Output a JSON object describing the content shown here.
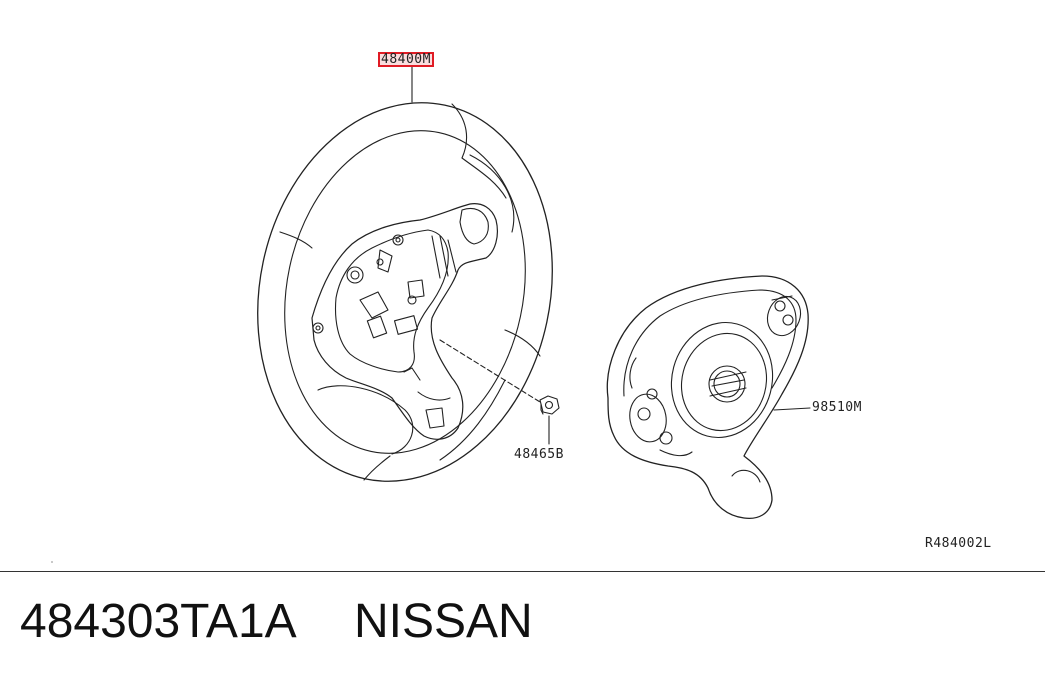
{
  "diagram": {
    "callouts": {
      "steering_wheel": "48400M",
      "nut": "48465B",
      "airbag_module": "98510M"
    },
    "reference_code": "R484002L",
    "highlight_color": "#e01b24"
  },
  "footer": {
    "part_number": "484303TA1A",
    "brand": "NISSAN"
  }
}
